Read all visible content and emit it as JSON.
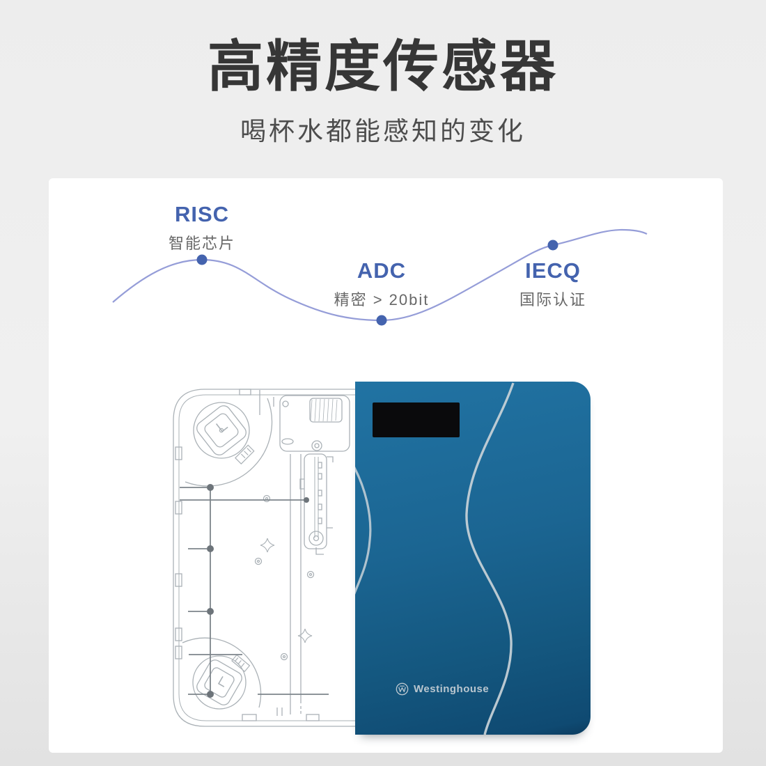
{
  "header": {
    "title": "高精度传感器",
    "subtitle": "喝杯水都能感知的变化"
  },
  "features": [
    {
      "name": "RISC",
      "desc": "智能芯片"
    },
    {
      "name": "ADC",
      "desc": "精密 > 20bit"
    },
    {
      "name": "IECQ",
      "desc": "国际认证"
    }
  ],
  "product": {
    "brand": "Westinghouse"
  },
  "colors": {
    "accent_blue": "#4463ae",
    "wave_line": "#959dd8",
    "scale_blue_top": "#2173a3",
    "scale_blue_bottom": "#0f4a72",
    "glass_line_silver": "#c9d2d8",
    "title_text": "#363636",
    "schematic_line": "#aab1b6"
  }
}
